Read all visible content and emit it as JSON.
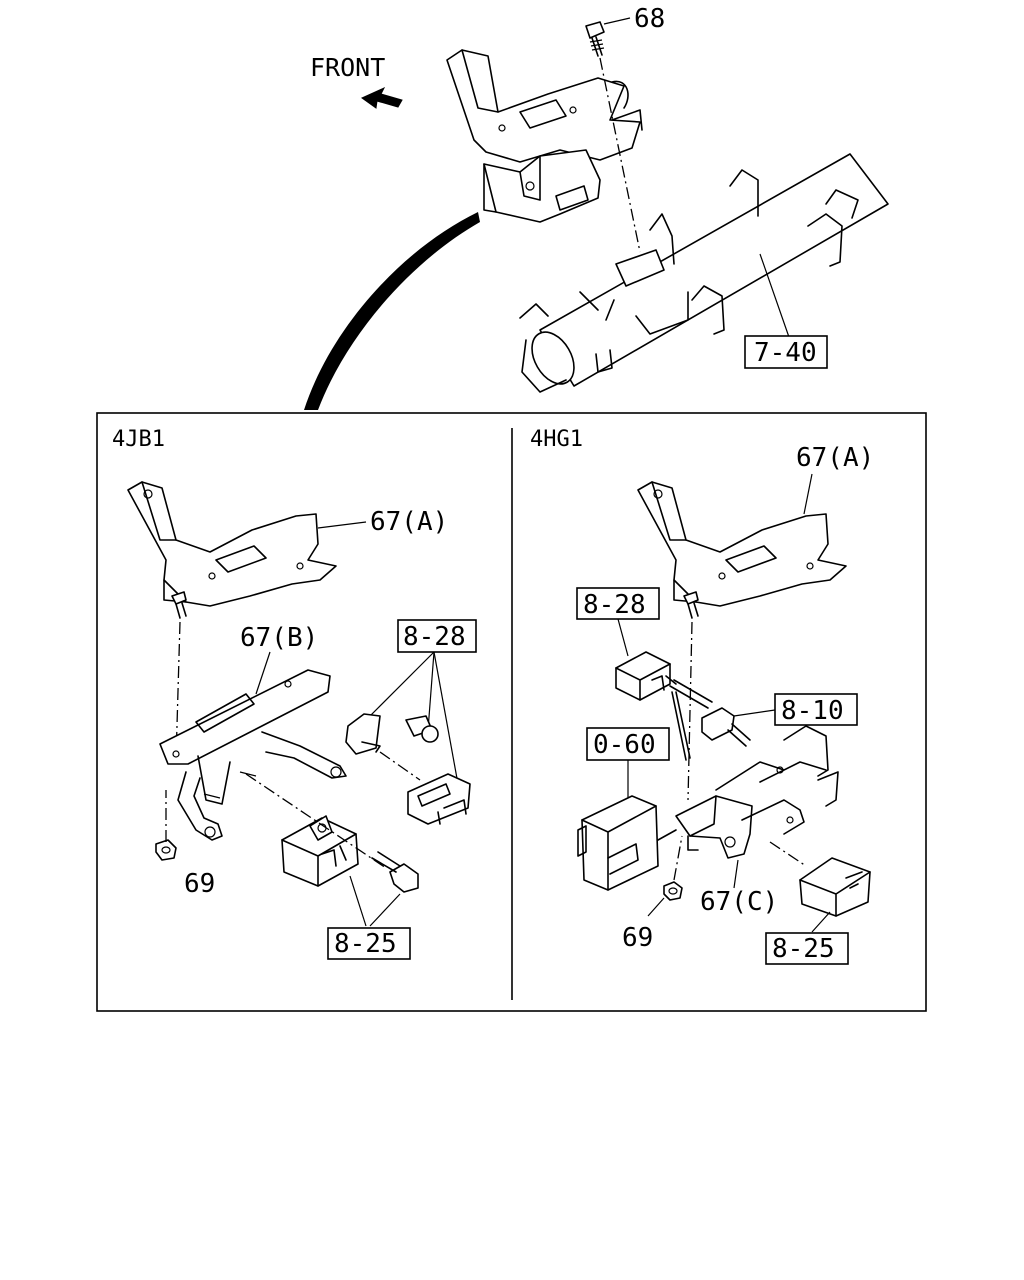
{
  "direction_label": "FRONT",
  "callouts": {
    "top_bolt": "68",
    "crossmember_ref": "7-40"
  },
  "left_panel": {
    "title": "4JB1",
    "bracket_a": "67(A)",
    "bracket_b": "67(B)",
    "connector_ref": "8-28",
    "nut": "69",
    "module_ref": "8-25"
  },
  "right_panel": {
    "title": "4HG1",
    "bracket_a": "67(A)",
    "connector_ref": "8-28",
    "plug_ref": "8-10",
    "control_unit_ref": "0-60",
    "bracket_c": "67(C)",
    "nut": "69",
    "module_ref": "8-25"
  }
}
